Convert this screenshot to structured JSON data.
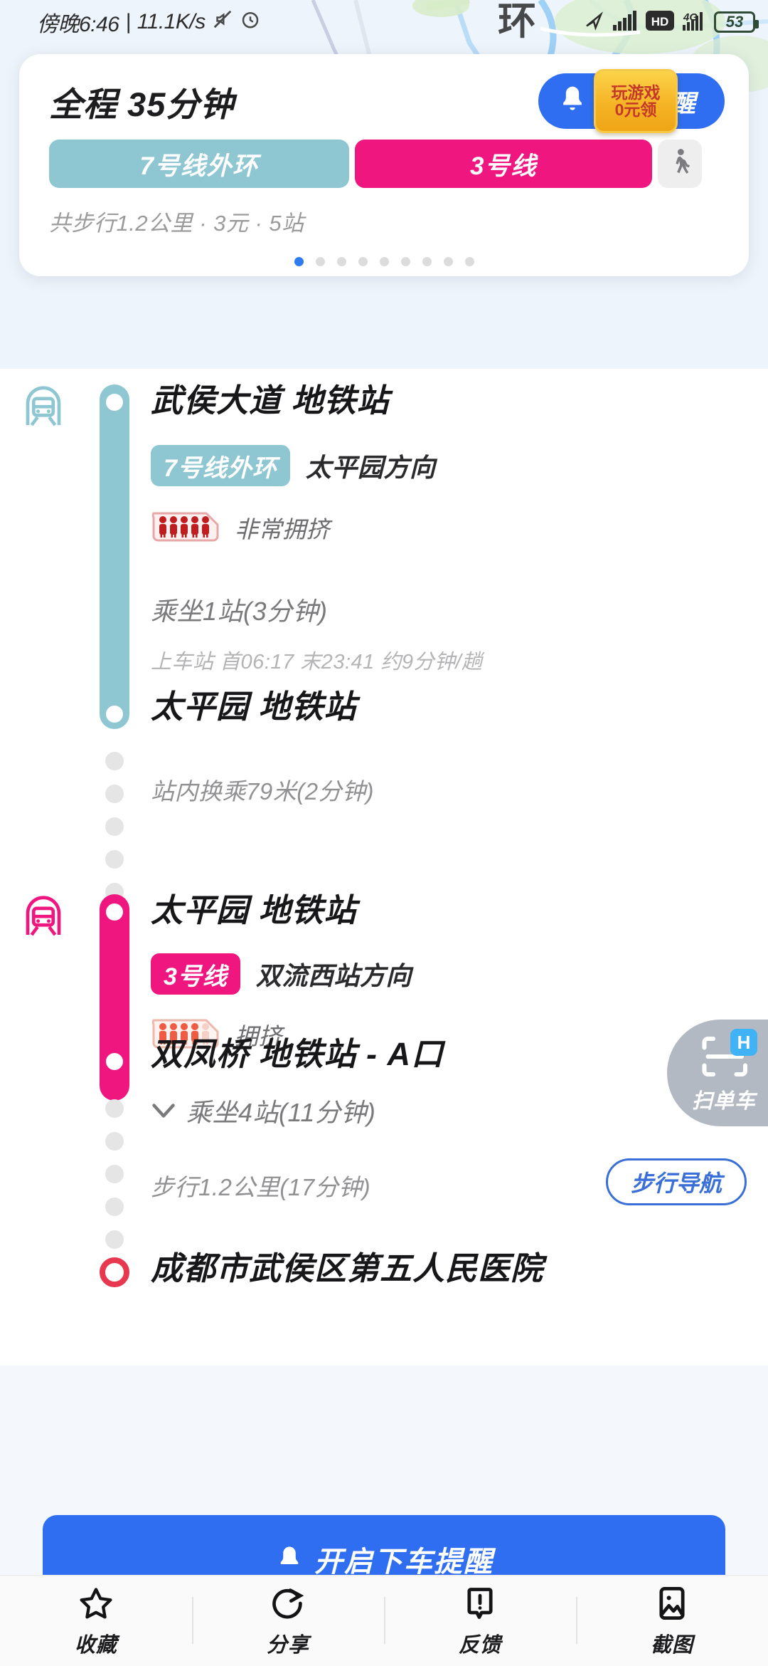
{
  "statusbar": {
    "time_label": "傍晚6:46",
    "separator": "|",
    "netspeed": "11.1K/s",
    "icons": [
      "mute-icon",
      "alarm-icon",
      "location-arrow-icon",
      "signal-bars-icon",
      "hd-icon",
      "4g-label",
      "signal-bars-2-icon"
    ],
    "network_label": "4G",
    "hd_label": "HD",
    "battery_percent": "53"
  },
  "summary": {
    "title": "全程 35分钟",
    "remind_button_label": "到站提醒",
    "promo_line1": "玩游戏",
    "promo_line2": "0元领",
    "chips": [
      {
        "label": "7号线外环",
        "color": "#8ec7d2"
      },
      {
        "label": "3号线",
        "color": "#f0167f"
      }
    ],
    "walk_icon": "walking-person-icon",
    "subtitle": "共步行1.2公里 · 3元 · 5站",
    "page_dots_total": 9,
    "page_dot_active": 1
  },
  "route": {
    "segments": [
      {
        "station": "武侯大道 地铁站",
        "line_badge": "7号线外环",
        "line_color": "#8ec7d2",
        "direction": "太平园方向",
        "crowding": "非常拥挤",
        "crowd_level": 5,
        "ride": "乘坐1站(3分钟)",
        "schedule": "上车站 首06:17 末23:41 约9分钟/趟"
      },
      {
        "station": "太平园 地铁站",
        "transfer": "站内换乘79米(2分钟)"
      },
      {
        "station": "太平园 地铁站",
        "line_badge": "3号线",
        "line_color": "#f0167f",
        "direction": "双流西站方向",
        "crowding": "拥挤",
        "crowd_level": 4,
        "ride": "乘坐4站(11分钟)",
        "expand_icon": "chevron-down-icon"
      },
      {
        "station": "双凤桥 地铁站 - A口",
        "walk": "步行1.2公里(17分钟)",
        "nav_button": "步行导航"
      }
    ],
    "destination": "成都市武侯区第五人民医院"
  },
  "scan_fab": {
    "label": "扫单车",
    "icon": "qr-scan-icon",
    "badge_letter": "H"
  },
  "cta": {
    "label": "开启下车提醒",
    "icon": "bell-icon"
  },
  "bottomnav": {
    "items": [
      {
        "label": "收藏",
        "icon": "star-icon"
      },
      {
        "label": "分享",
        "icon": "share-icon"
      },
      {
        "label": "反馈",
        "icon": "feedback-icon"
      },
      {
        "label": "截图",
        "icon": "screenshot-icon"
      }
    ]
  },
  "colors": {
    "line7": "#8ec7d2",
    "line3": "#f0167f",
    "accent_blue": "#2f6ef0",
    "destination_red": "#e8384f"
  }
}
